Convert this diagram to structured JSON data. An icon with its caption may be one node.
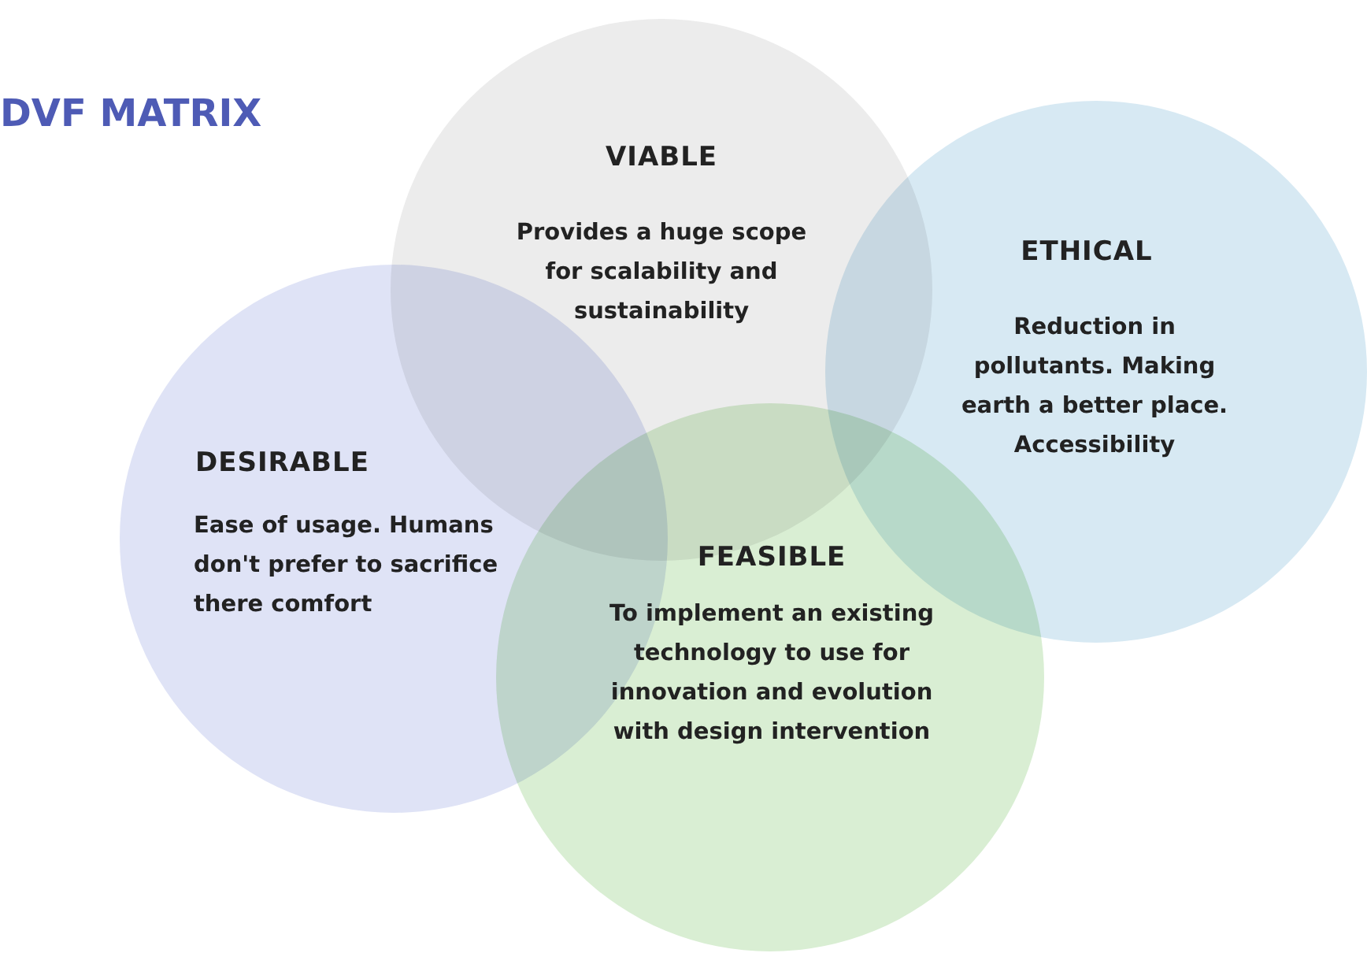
{
  "diagram": {
    "title": "DVF MATRIX",
    "nodes": [
      {
        "text": [
          "VIABLE",
          "Provides a huge scope for scalability and sustainability"
        ]
      },
      {
        "text": [
          "ETHICAL",
          "Reduction in pollutants. Making earth a better place. Accessibility"
        ]
      },
      {
        "text": [
          "DESIRABLE",
          "Ease of usage. Humans don't prefer to sacrifice there comfort"
        ]
      },
      {
        "text": [
          "FEASIBLE",
          "To implement an existing technology to use for innovation and evolution with design intervention"
        ]
      }
    ],
    "edges": []
  }
}
